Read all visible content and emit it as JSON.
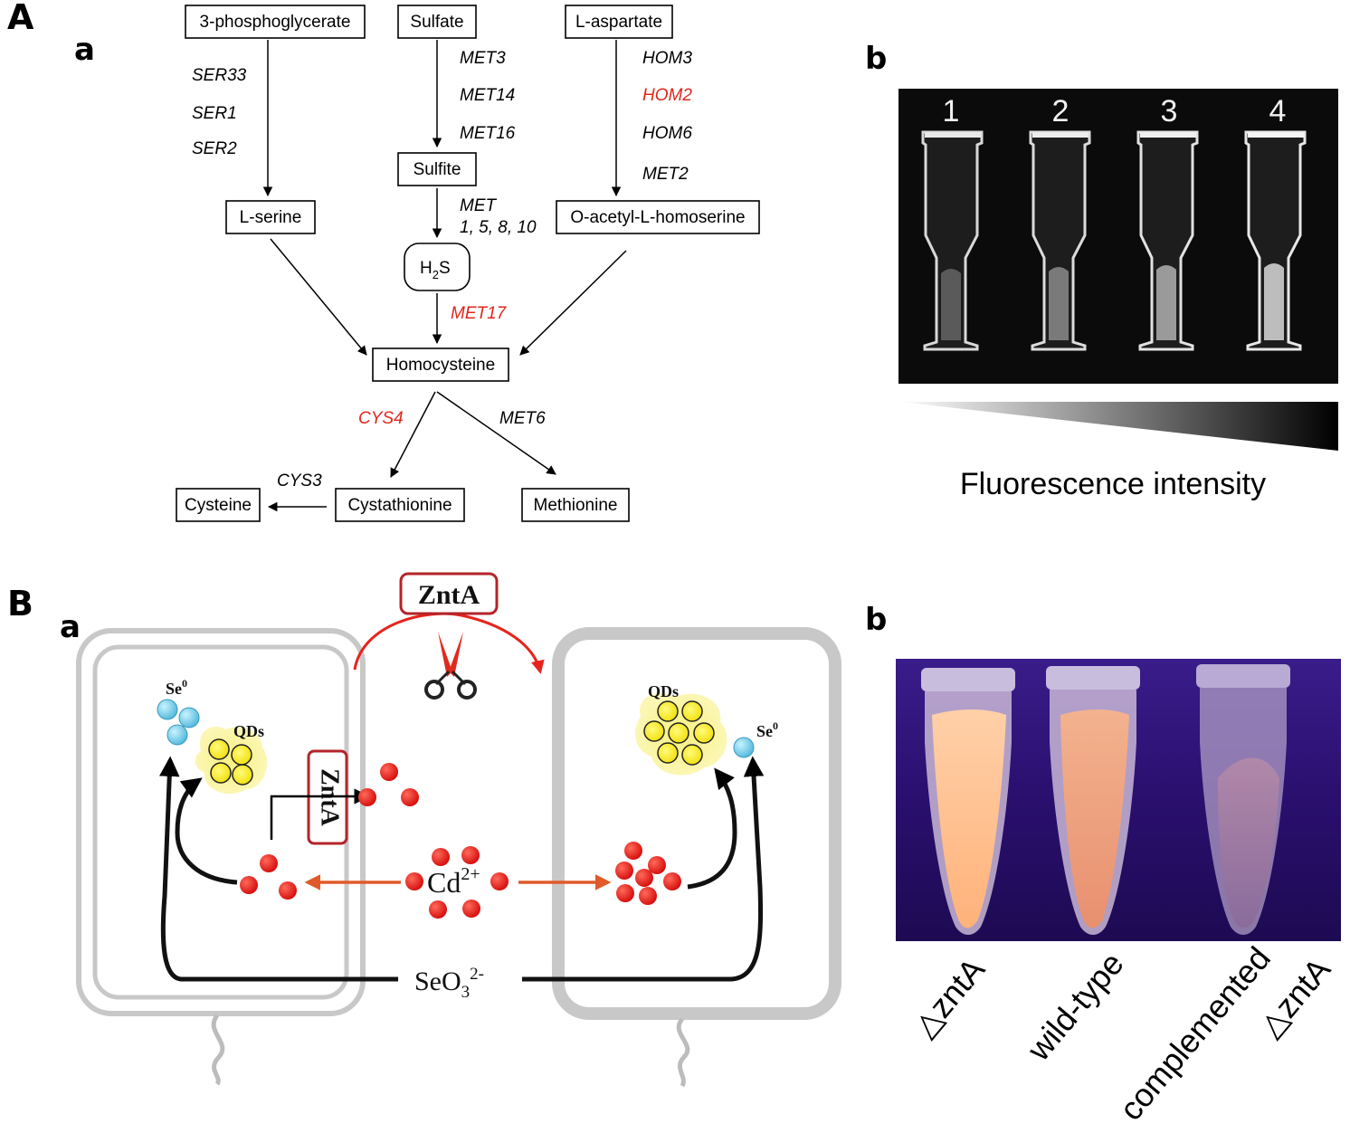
{
  "panels": {
    "A": "A",
    "A_a": "a",
    "A_b": "b",
    "B": "B",
    "B_a": "a",
    "B_b": "b"
  },
  "pathway": {
    "boxes": {
      "phosphoglycerate": "3-phosphoglycerate",
      "sulfate": "Sulfate",
      "aspartate": "L-aspartate",
      "sulfite": "Sulfite",
      "serine": "L-serine",
      "acetylhomoserine": "O-acetyl-L-homoserine",
      "h2s_main": "H",
      "h2s_sub": "2",
      "h2s_tail": "S",
      "homocysteine": "Homocysteine",
      "cysteine": "Cysteine",
      "cystathionine": "Cystathionine",
      "methionine": "Methionine"
    },
    "genes": {
      "ser33": "SER33",
      "ser1": "SER1",
      "ser2": "SER2",
      "met3": "MET3",
      "met14": "MET14",
      "met16": "MET16",
      "hom3": "HOM3",
      "hom2": "HOM2",
      "hom6": "HOM6",
      "met2": "MET2",
      "met_a": "MET",
      "met_b": "1, 5, 8, 10",
      "met17": "MET17",
      "cys4": "CYS4",
      "met6": "MET6",
      "cys3": "CYS3"
    },
    "highlight_color": "#e0261c"
  },
  "cuvettes": {
    "labels": [
      "1",
      "2",
      "3",
      "4"
    ],
    "gradient_label": "Fluorescence intensity"
  },
  "mechanism": {
    "znta_top": "ZntA",
    "znta_pump": "ZntA",
    "se0_left": "Se",
    "se0_left_sup": "0",
    "qds_left": "QDs",
    "qds_right": "QDs",
    "se0_right": "Se",
    "se0_right_sup": "0",
    "cd_main": "Cd",
    "cd_sup": "2+",
    "seo3_main": "SeO",
    "seo3_sub": "3",
    "seo3_sup": "2-"
  },
  "tubes": {
    "labels": [
      "△zntA",
      "wild-type",
      "complemented",
      "△zntA"
    ]
  }
}
